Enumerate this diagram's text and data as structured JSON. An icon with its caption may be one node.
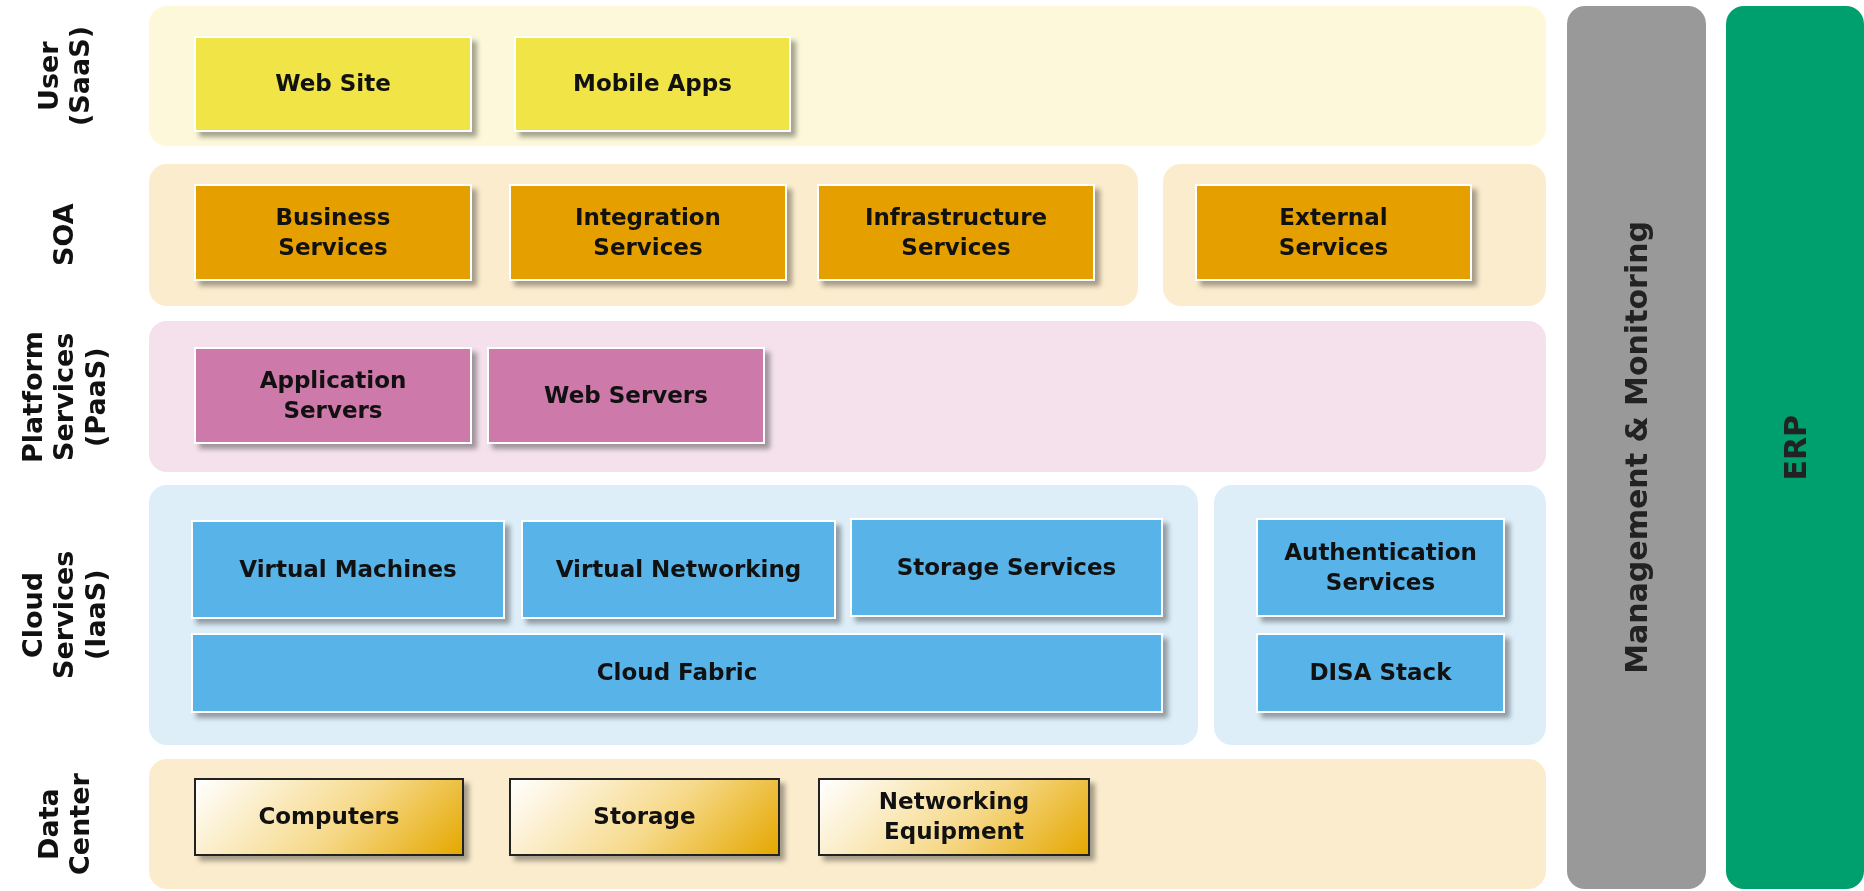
{
  "diagram": {
    "nodes": [
      {
        "text": [
          "User (SaaS)"
        ]
      },
      {
        "text": [
          "Web Site"
        ],
        "in": 0
      },
      {
        "text": [
          "Mobile Apps"
        ],
        "in": 0
      },
      {
        "text": [
          "SOA"
        ]
      },
      {
        "text": [
          "Business Services"
        ],
        "in": 3
      },
      {
        "text": [
          "Integration Services"
        ],
        "in": 3
      },
      {
        "text": [
          "Infrastructure Services"
        ],
        "in": 3
      },
      {
        "text": [],
        "shape": "box"
      },
      {
        "text": [
          "External Services"
        ],
        "in": 7
      },
      {
        "text": [
          "Platform Services (PaaS)"
        ]
      },
      {
        "text": [
          "Application Servers"
        ],
        "in": 9
      },
      {
        "text": [
          "Web Servers"
        ],
        "in": 9
      },
      {
        "text": [
          "Cloud Services (IaaS)"
        ]
      },
      {
        "text": [
          "Virtual Machines"
        ],
        "in": 12
      },
      {
        "text": [
          "Virtual Networking"
        ],
        "in": 12
      },
      {
        "text": [
          "Storage Services"
        ],
        "in": 12
      },
      {
        "text": [
          "Cloud Fabric"
        ],
        "in": 12
      },
      {
        "text": [],
        "shape": "box"
      },
      {
        "text": [
          "Authentication Services"
        ],
        "in": 17
      },
      {
        "text": [
          "DISA Stack"
        ],
        "in": 17
      },
      {
        "text": [
          "Data Center"
        ]
      },
      {
        "text": [
          "Computers"
        ],
        "in": 20
      },
      {
        "text": [
          "Storage"
        ],
        "in": 20
      },
      {
        "text": [
          "Networking Equipment"
        ],
        "in": 20
      },
      {
        "text": [
          "Management & Monitoring"
        ]
      },
      {
        "text": [
          "ERP"
        ]
      }
    ]
  }
}
